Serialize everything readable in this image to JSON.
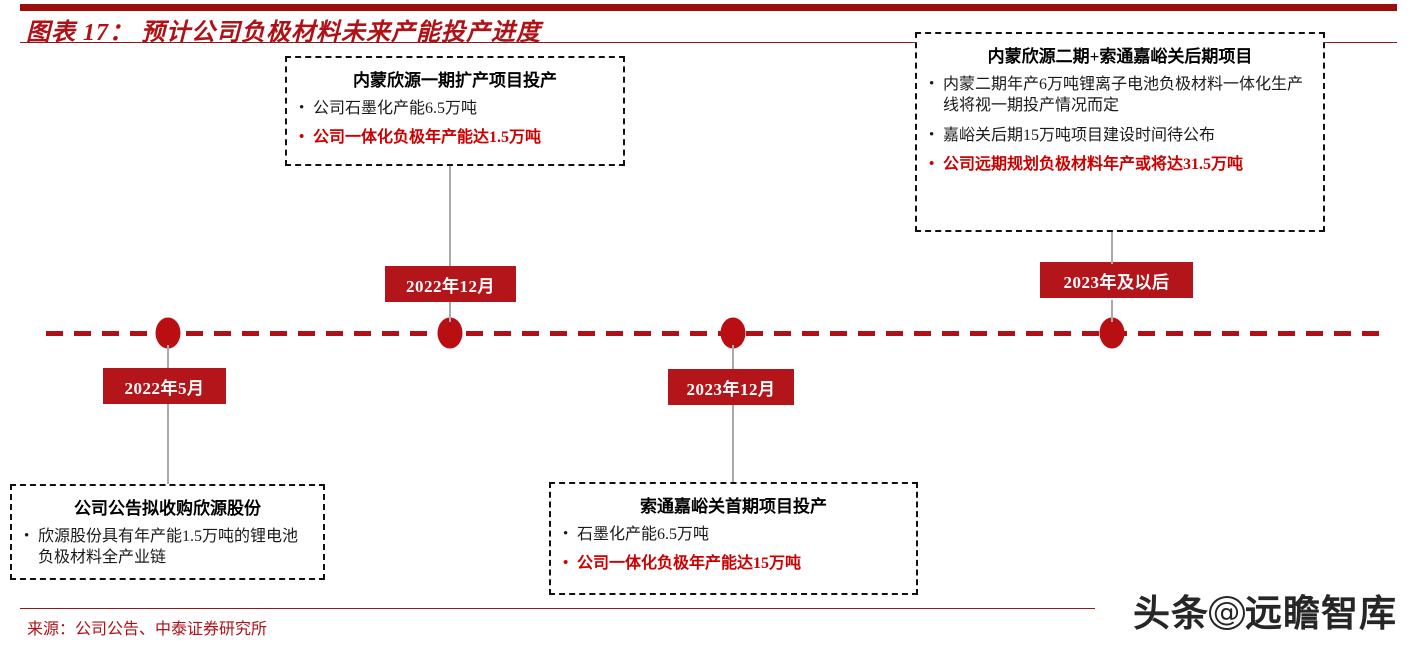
{
  "header": {
    "title": "图表 17： 预计公司负极材料未来产能投产进度"
  },
  "footer": {
    "source": "来源：公司公告、中泰证券研究所"
  },
  "watermark": {
    "prefix": "头条",
    "at": "@",
    "suffix": "远瞻智库"
  },
  "colors": {
    "accent_red": "#b01116",
    "chip_red": "#b3151a",
    "dot_red": "#b90f13",
    "bullet_highlight": "#cc0000",
    "connector_gray": "#a9a9a9"
  },
  "timeline": {
    "axis_style": "dashed",
    "nodes": [
      {
        "id": "node-2022-05",
        "date_label": "2022年5月",
        "position": "below",
        "box": {
          "title": "公司公告拟收购欣源股份",
          "bullets": [
            {
              "text": "欣源股份具有年产能1.5万吨的锂电池负极材料全产业链",
              "highlight": false
            }
          ]
        }
      },
      {
        "id": "node-2022-12",
        "date_label": "2022年12月",
        "position": "above",
        "box": {
          "title": "内蒙欣源一期扩产项目投产",
          "bullets": [
            {
              "text": "公司石墨化产能6.5万吨",
              "highlight": false
            },
            {
              "text": "公司一体化负极年产能达1.5万吨",
              "highlight": true
            }
          ]
        }
      },
      {
        "id": "node-2023-12",
        "date_label": "2023年12月",
        "position": "below",
        "box": {
          "title": "索通嘉峪关首期项目投产",
          "bullets": [
            {
              "text": "石墨化产能6.5万吨",
              "highlight": false
            },
            {
              "text": "公司一体化负极年产能达15万吨",
              "highlight": true
            }
          ]
        }
      },
      {
        "id": "node-2023-after",
        "date_label": "2023年及以后",
        "position": "above",
        "box": {
          "title": "内蒙欣源二期+索通嘉峪关后期项目",
          "bullets": [
            {
              "text": "内蒙二期年产6万吨锂离子电池负极材料一体化生产线将视一期投产情况而定",
              "highlight": false
            },
            {
              "text": "嘉峪关后期15万吨项目建设时间待公布",
              "highlight": false
            },
            {
              "text": "公司远期规划负极材料年产或将达31.5万吨",
              "highlight": true
            }
          ]
        }
      }
    ]
  }
}
